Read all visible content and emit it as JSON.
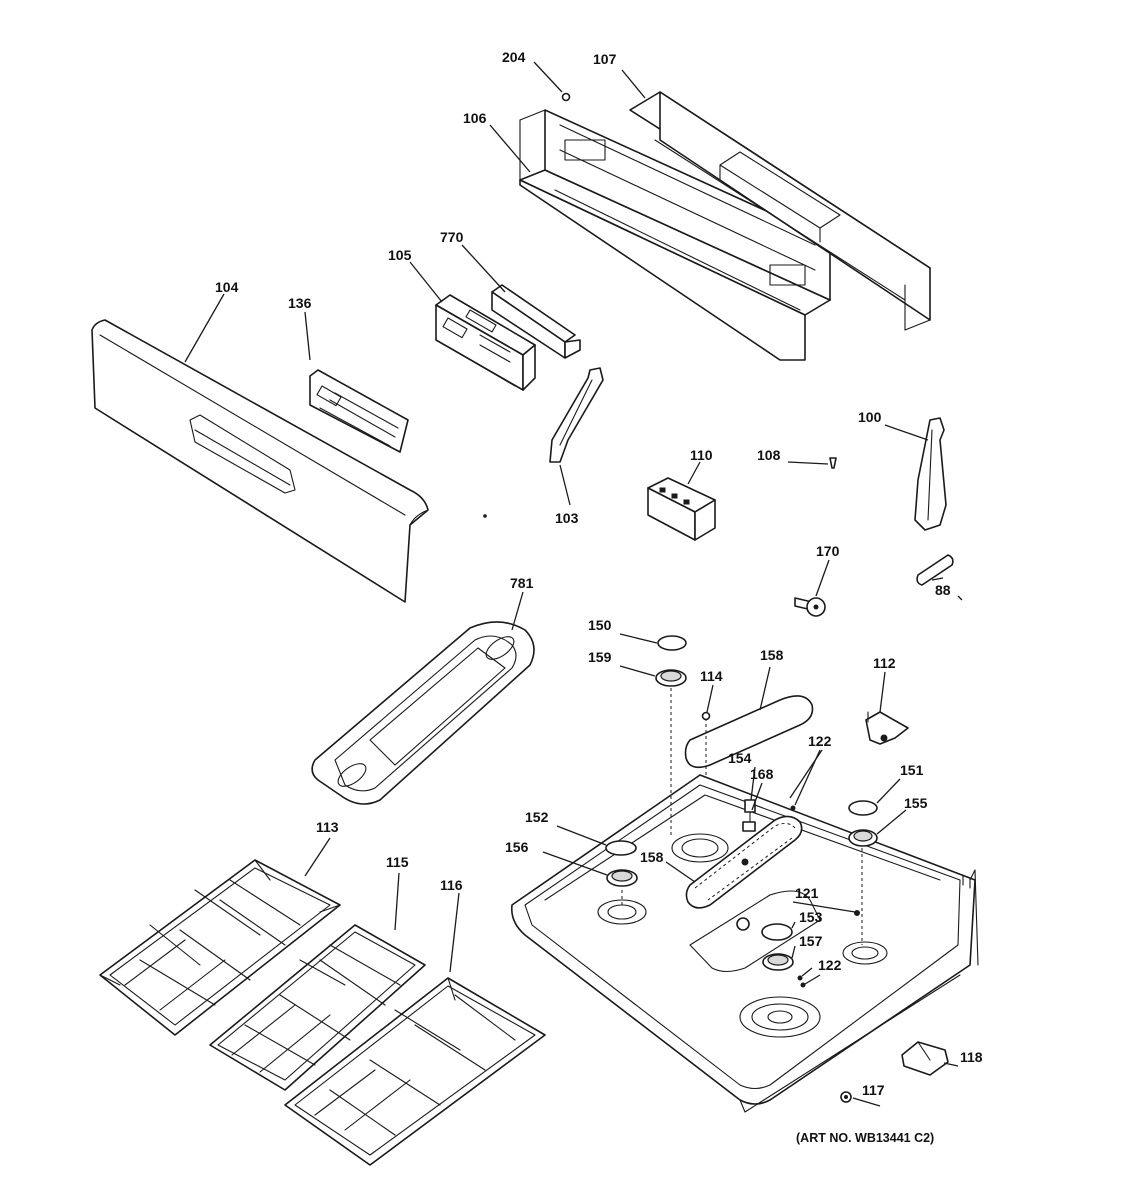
{
  "diagram": {
    "callouts": {
      "p204": "204",
      "p107": "107",
      "p106": "106",
      "p770": "770",
      "p105": "105",
      "p104": "104",
      "p136": "136",
      "p100": "100",
      "p108": "108",
      "p110": "110",
      "p103": "103",
      "p170": "170",
      "p88": "88",
      "p781": "781",
      "p150": "150",
      "p159": "159",
      "p114": "114",
      "p158a": "158",
      "p112": "112",
      "p122a": "122",
      "p154": "154",
      "p168": "168",
      "p151": "151",
      "p155": "155",
      "p152": "152",
      "p156": "156",
      "p158b": "158",
      "p121": "121",
      "p153": "153",
      "p157": "157",
      "p122b": "122",
      "p113": "113",
      "p115": "115",
      "p116": "116",
      "p118": "118",
      "p117": "117"
    },
    "art_number": "(ART NO. WB13441 C2)"
  }
}
